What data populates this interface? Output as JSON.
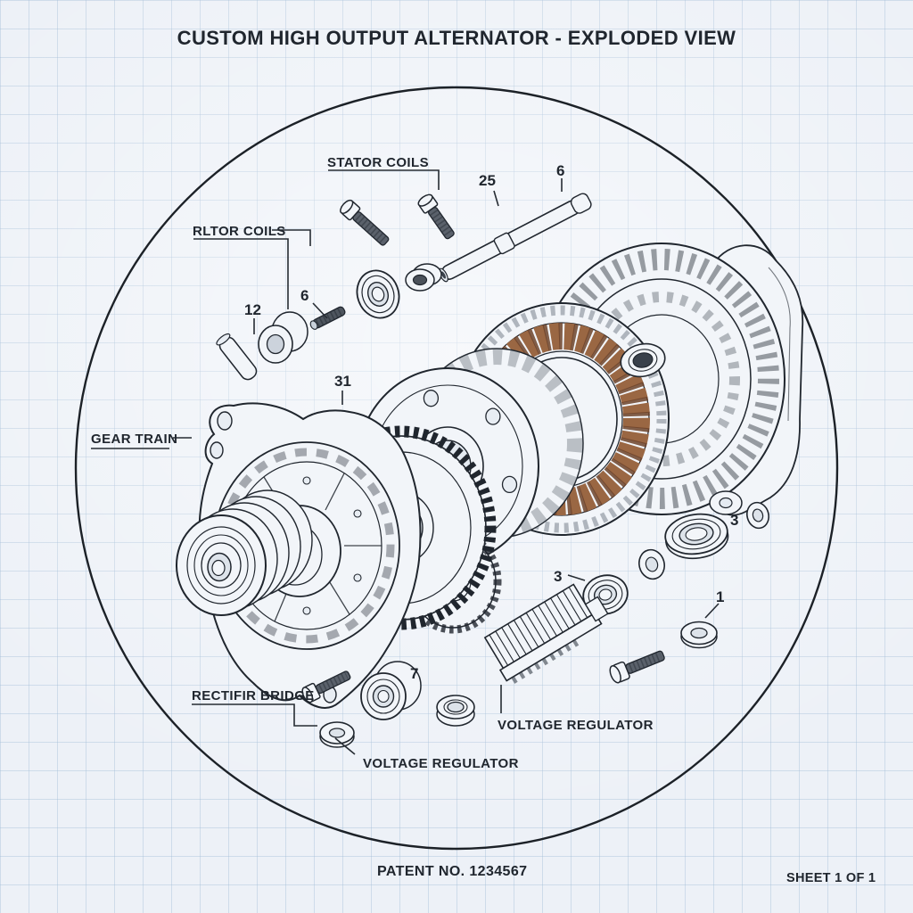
{
  "title": "CUSTOM HIGH OUTPUT ALTERNATOR - EXPLODED VIEW",
  "callouts": {
    "stator_coils": "STATOR COILS",
    "rotor_coils": "RLTOR COILS",
    "gear_train": "GEAR TRAIN",
    "rectifier_bridge": "RECTIFIR BRIDGE",
    "voltage_regulator_main": "VOLTAGE REGULATOR",
    "voltage_regulator_bottom": "VOLTAGE REGULATOR"
  },
  "part_numbers": {
    "shaft_collar": "25",
    "shaft": "6",
    "pin": "12",
    "stud": "6",
    "ring_gear": "31",
    "bearing_mid": "3",
    "seal_ring": "3",
    "washer": "1",
    "roller_bearing": "7"
  },
  "footer": {
    "patent_no": "PATENT NO. 1234567",
    "sheet": "SHEET 1 OF 1"
  },
  "colors": {
    "paper": "#edf1f7",
    "grid_line": "#c9d6e4",
    "ink": "#20262e",
    "copper": "#9a6743",
    "copper_dark": "#6d432a",
    "metal_dark": "#525a64",
    "part_fill": "#f2f5f9"
  }
}
